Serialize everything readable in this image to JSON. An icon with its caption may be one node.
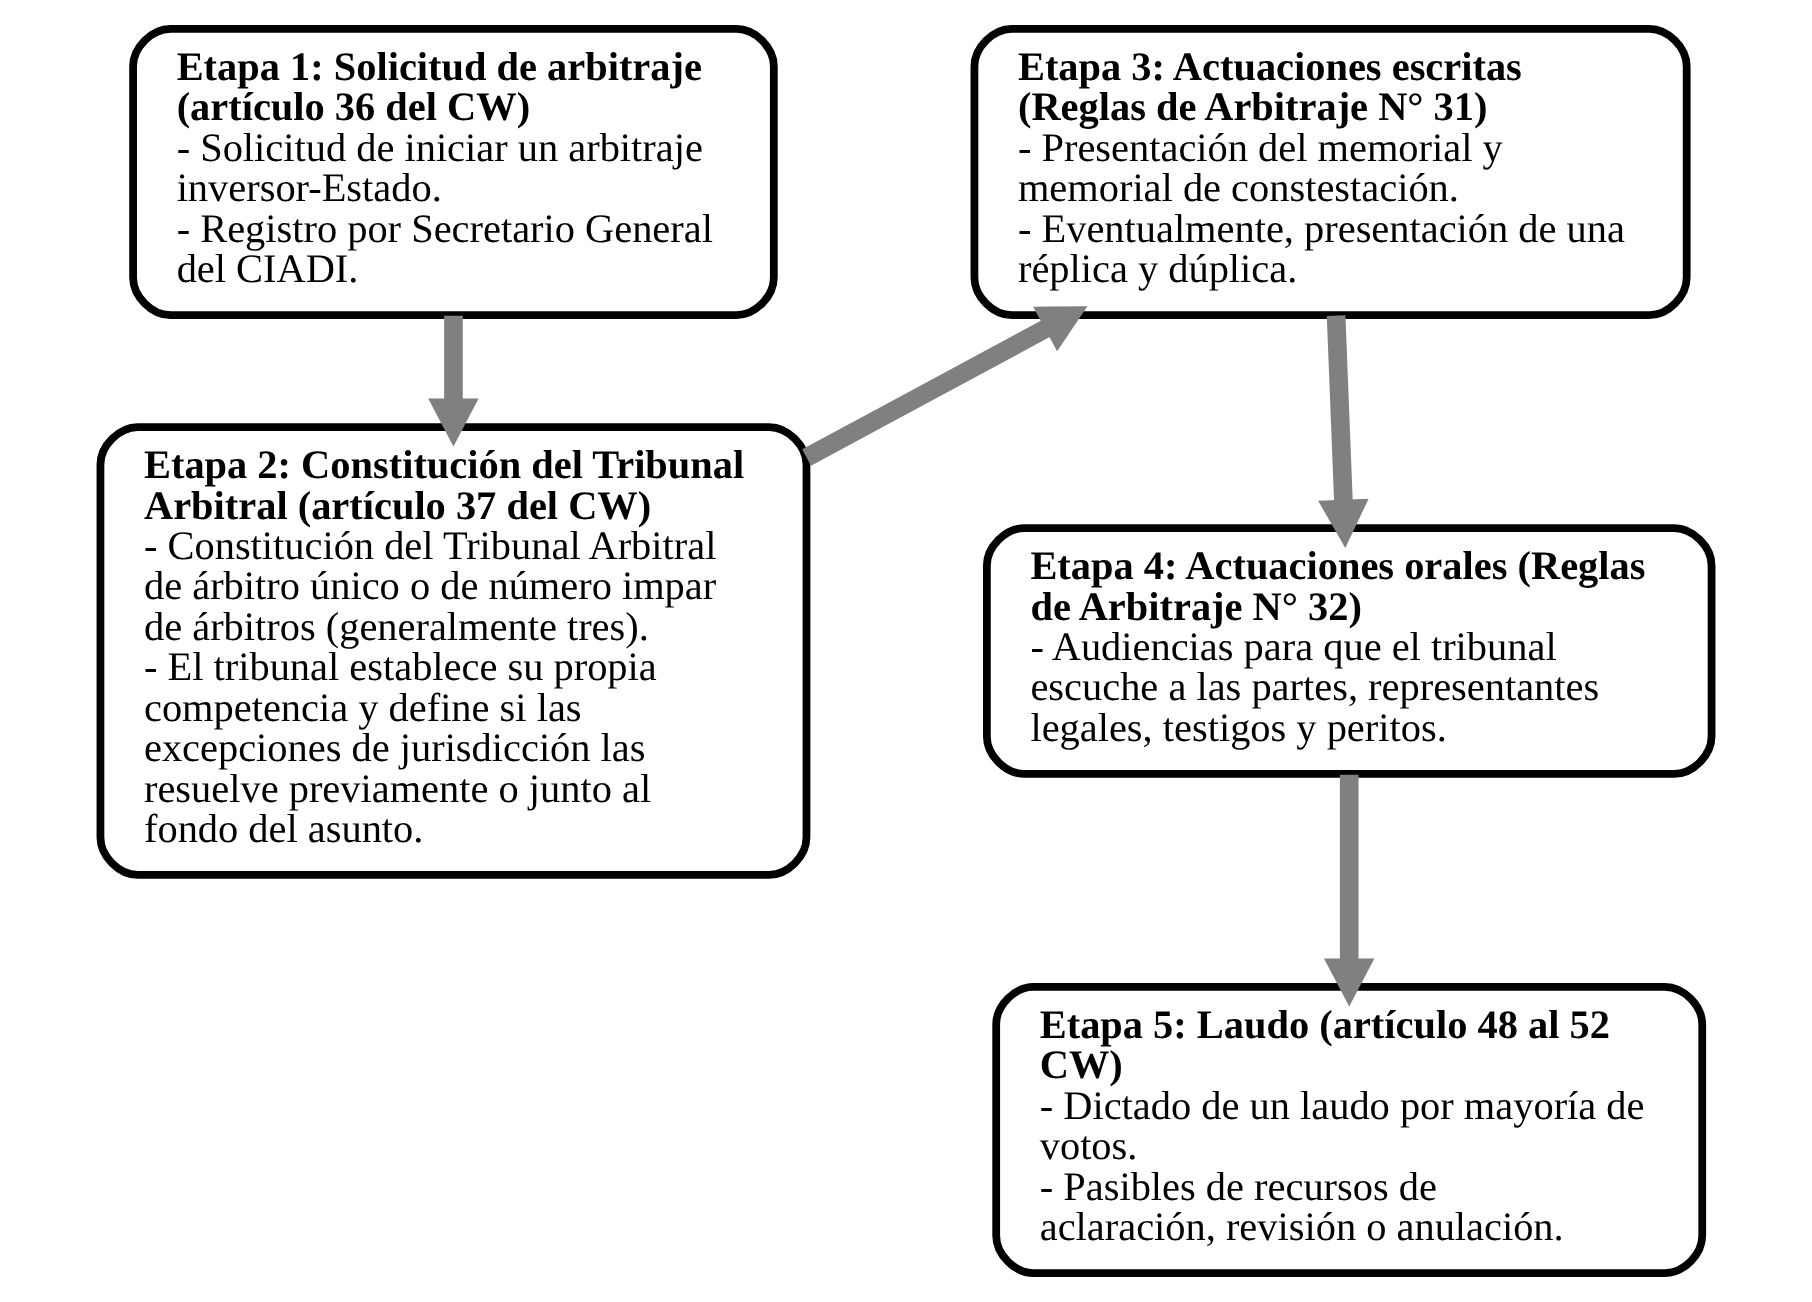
{
  "diagram": {
    "nodes": [
      {
        "text": [
          "Etapa 1: Solicitud de arbitraje (artículo 36 del CW)",
          "- Solicitud de iniciar un arbitraje inversor-Estado.",
          "- Registro por Secretario General del CIADI."
        ]
      },
      {
        "text": [
          "Etapa 2: Constitución del Tribunal Arbitral (artículo 37 del CW)",
          "- Constitución del Tribunal Arbitral de árbitro único o de número impar de árbitros (generalmente tres).",
          "- El tribunal establece su propia competencia y define si las excepciones de jurisdicción las resuelve previamente o junto al fondo del asunto."
        ]
      },
      {
        "text": [
          "Etapa 3: Actuaciones escritas (Reglas de Arbitraje N° 31)",
          "- Presentación del memorial y memorial de constestación.",
          "- Eventualmente, presentación de una réplica y dúplica."
        ]
      },
      {
        "text": [
          "Etapa 4: Actuaciones orales (Reglas de Arbitraje N° 32)",
          "- Audiencias para que el tribunal escuche a las partes, representantes legales, testigos y peritos."
        ]
      },
      {
        "text": [
          "Etapa 5: Laudo (artículo 48 al 52 CW)",
          "- Dictado de un laudo por mayoría de votos.",
          "- Pasibles de recursos de aclaración, revisión o anulación."
        ]
      }
    ],
    "edges": [
      {
        "from": 0,
        "to": 1,
        "arrow": "to"
      },
      {
        "from": 1,
        "to": 2,
        "arrow": "to"
      },
      {
        "from": 2,
        "to": 3,
        "arrow": "to"
      },
      {
        "from": 3,
        "to": 4,
        "arrow": "to"
      }
    ]
  }
}
